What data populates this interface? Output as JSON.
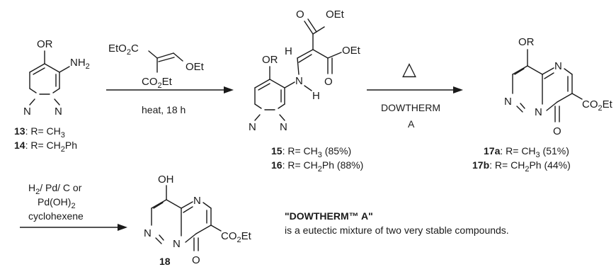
{
  "reagent_1": {
    "line1": "EtO",
    "line1_sub": "2",
    "line1_tail": "C",
    "line1_right": "OEt",
    "line2": "CO",
    "line2_sub": "2",
    "line2_tail": "Et"
  },
  "condition_1": "heat, 18 h",
  "condition_2": {
    "triangle": "△",
    "line1": "DOWTHERM",
    "line2": "A"
  },
  "condition_3": {
    "line1": "H",
    "line1_sub": "2",
    "line1_tail": "/ Pd/ C or",
    "line2": "Pd(OH)",
    "line2_sub": "2",
    "line3": "cyclohexene"
  },
  "atoms": {
    "or": "OR",
    "oh": "OH",
    "nh2": "NH",
    "nh2_sub": "2",
    "n": "N",
    "h": "H",
    "o": "O",
    "oet": "OEt",
    "co2et": "CO",
    "co2et_sub": "2",
    "co2et_tail": "Et"
  },
  "compounds": {
    "c13": {
      "num": "13",
      "text": ": R= CH",
      "sub": "3",
      "tail": ""
    },
    "c14": {
      "num": "14",
      "text": ": R= CH",
      "sub": "2",
      "tail": "Ph"
    },
    "c15": {
      "num": "15",
      "text": ": R= CH",
      "sub": "3",
      "tail": " (85%)"
    },
    "c16": {
      "num": "16",
      "text": ": R= CH",
      "sub": "2",
      "tail": "Ph (88%)"
    },
    "c17a": {
      "num": "17a",
      "text": ": R= CH",
      "sub": "3",
      "tail": " (51%)"
    },
    "c17b": {
      "num": "17b",
      "text": ": R= CH",
      "sub": "2",
      "tail": "Ph (44%)"
    },
    "c18": {
      "num": "18"
    }
  },
  "note": {
    "title": "\"DOWTHERM™ A\"",
    "body": "is a eutectic mixture of two very stable compounds."
  }
}
